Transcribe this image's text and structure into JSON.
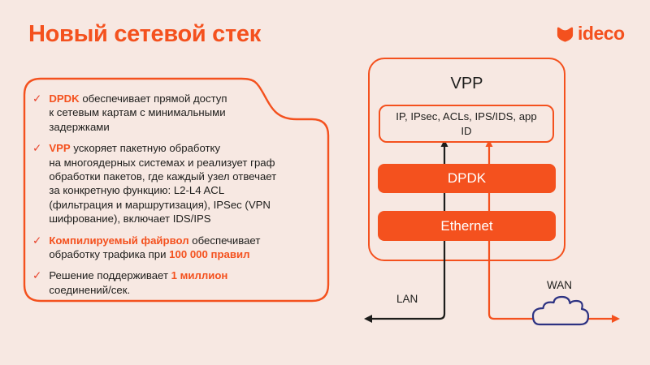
{
  "colors": {
    "background": "#f7e8e2",
    "accent_orange": "#f4511e",
    "check_red": "#e8432c",
    "text_dark": "#1d1d1b",
    "cloud_navy": "#2d3282",
    "box_text_white": "#ffffff"
  },
  "header": {
    "title": "Новый сетевой стек",
    "logo_text": "ideco"
  },
  "callout": {
    "check_glyph": "✓",
    "bullets": [
      {
        "runs": [
          {
            "t": "DPDK",
            "accent": true
          },
          {
            "t": " обеспечивает прямой доступ\nк сетевым картам с минимальными\nзадержками",
            "accent": false
          }
        ]
      },
      {
        "runs": [
          {
            "t": "VPP",
            "accent": true
          },
          {
            "t": " ускоряет пакетную обработку\nна многоядерных системах и реализует граф\nобработки пакетов, где каждый узел отвечает\nза конкретную функцию: L2-L4 ACL\n(фильтрация и маршрутизация), IPSec (VPN\nшифрование), включает IDS/IPS",
            "accent": false
          }
        ]
      },
      {
        "runs": [
          {
            "t": "Компилируемый файрвол",
            "accent": true
          },
          {
            "t": " обеспечивает\nобработку трафика при ",
            "accent": false
          },
          {
            "t": "100 000 правил",
            "accent": true
          }
        ]
      },
      {
        "runs": [
          {
            "t": "Решение поддерживает ",
            "accent": false
          },
          {
            "t": "1 миллион",
            "accent": true
          },
          {
            "t": "\nсоединений/сек.",
            "accent": false
          }
        ]
      }
    ]
  },
  "diagram": {
    "vpp_label": "VPP",
    "ip_box_label": "IP, IPsec, ACLs, IPS/IDS, app\nID",
    "dpdk_label": "DPDK",
    "ethernet_label": "Ethernet",
    "lan_label": "LAN",
    "wan_label": "WAN"
  }
}
